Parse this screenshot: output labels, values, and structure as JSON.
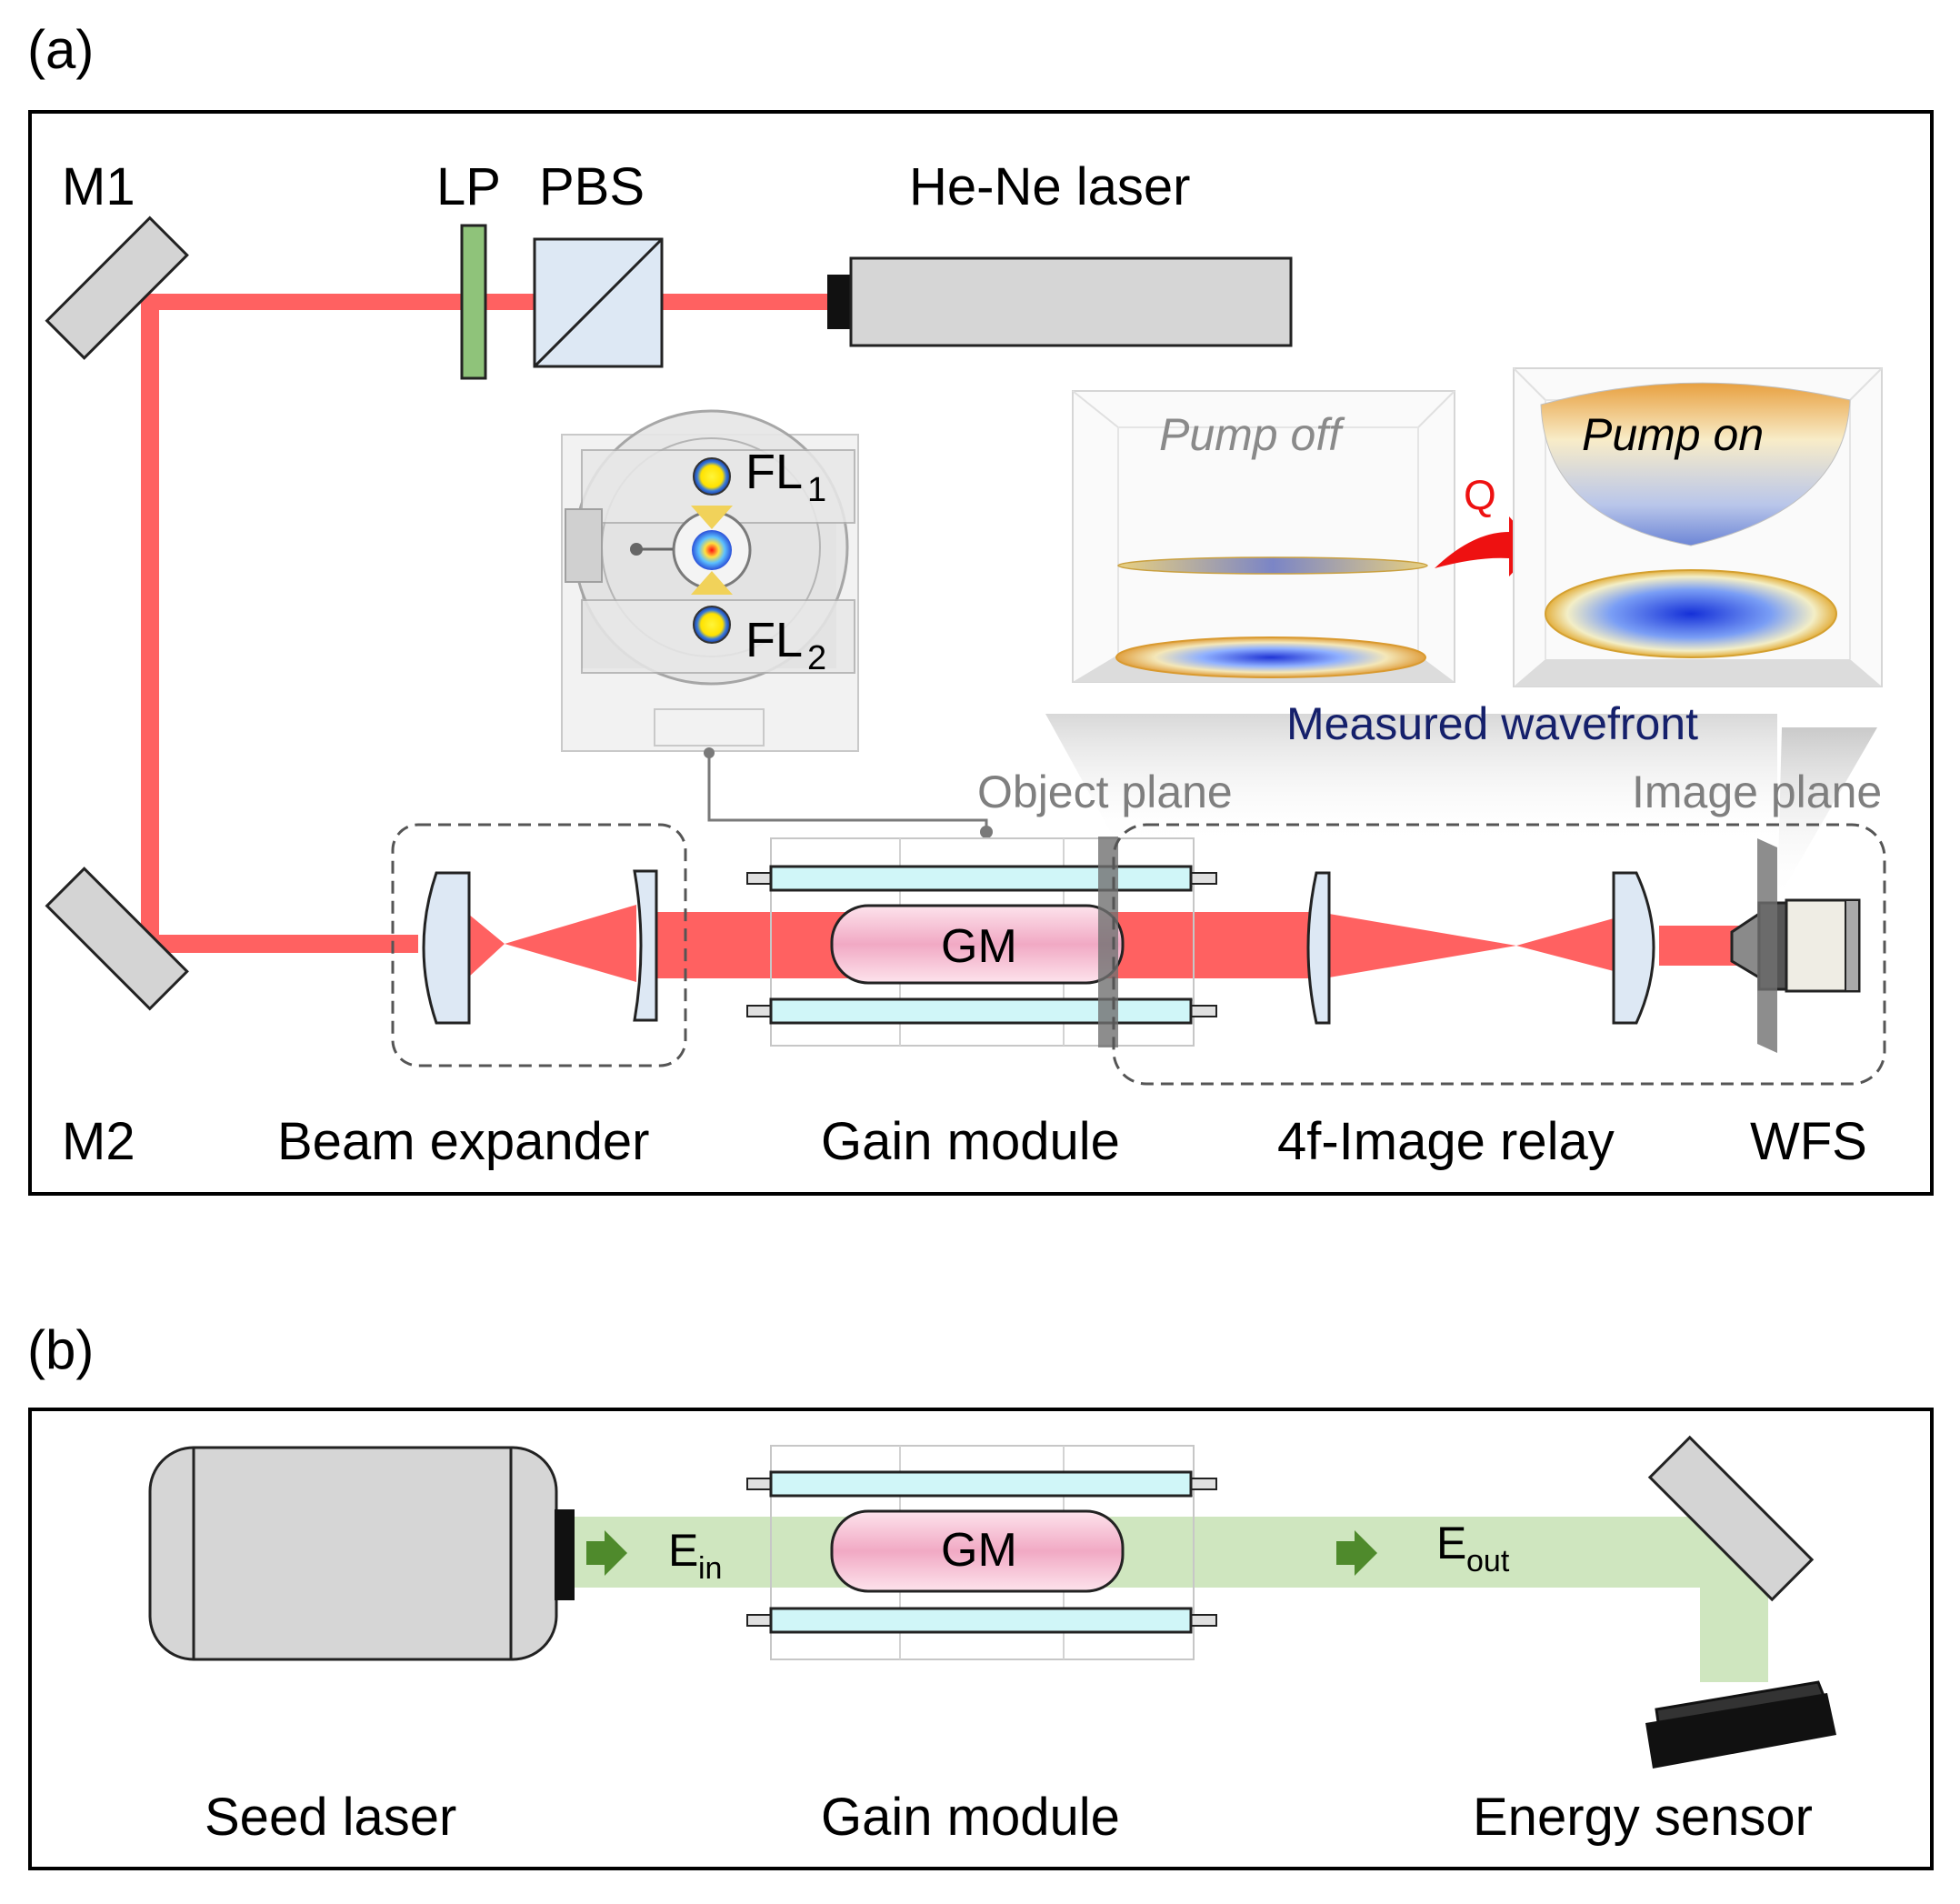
{
  "panel_a": {
    "tag": "(a)",
    "labels": {
      "m1": "M1",
      "m2": "M2",
      "lp": "LP",
      "pbs": "PBS",
      "laser": "He-Ne laser",
      "fl1": "FL",
      "fl1_sub": "1",
      "fl2": "FL",
      "fl2_sub": "2",
      "pump_off": "Pump off",
      "pump_on": "Pump on",
      "q": "Q",
      "measured": "Measured wavefront",
      "object_plane": "Object plane",
      "image_plane": "Image plane",
      "gm": "GM",
      "beam_expander": "Beam expander",
      "gain_module": "Gain module",
      "relay": "4f-Image relay",
      "wfs": "WFS"
    }
  },
  "panel_b": {
    "tag": "(b)",
    "labels": {
      "gm": "GM",
      "e_in": "E",
      "e_in_sub": "in",
      "e_out": "E",
      "e_out_sub": "out",
      "seed": "Seed laser",
      "gain_module": "Gain module",
      "sensor": "Energy sensor"
    }
  },
  "colors": {
    "red_beam": "#ff6161",
    "green_beam": "#cfe6bf",
    "arrow_green": "#4f8a2c",
    "lens": "#dde8f4",
    "rod": "#d0f6f8",
    "gm_pink": "#f3b6cc",
    "lp_green": "#8fc37a",
    "navy_text": "#15206b",
    "q_red": "#ee1111"
  }
}
